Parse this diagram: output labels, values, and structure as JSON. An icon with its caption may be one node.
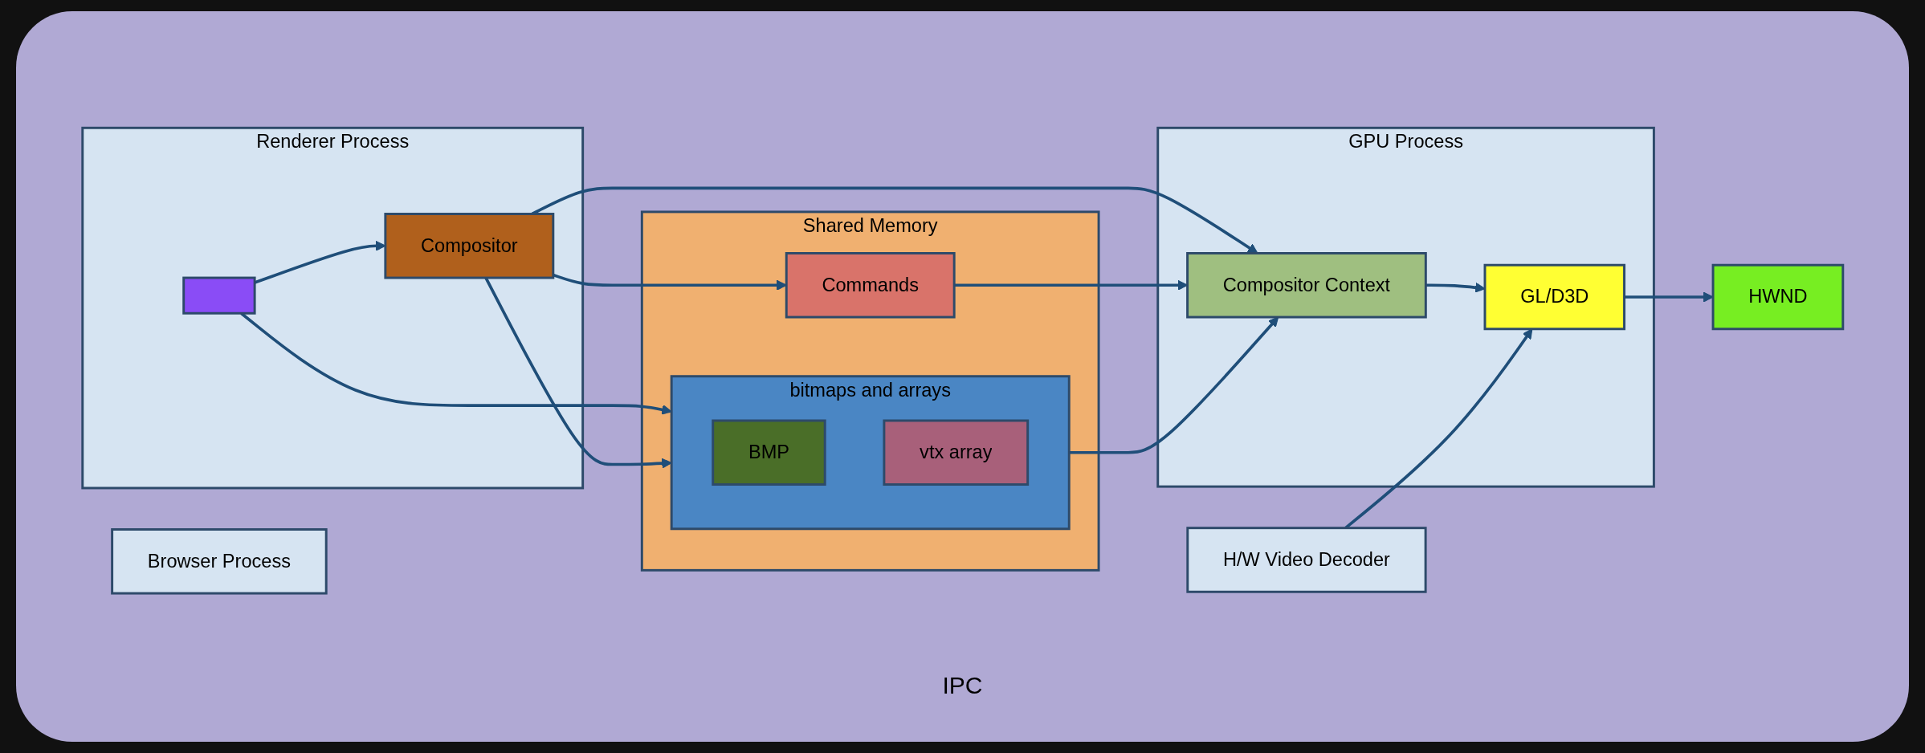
{
  "diagram": {
    "nodes": [
      {
        "text": [
          "Shared Memory"
        ]
      },
      {
        "text": [
          "Commands"
        ],
        "in": 0
      },
      {
        "text": [
          "bitmaps and arrays"
        ],
        "in": 0
      },
      {
        "text": [
          "BMP"
        ],
        "in": 2
      },
      {
        "text": [
          "vtx array"
        ],
        "in": 2
      },
      {
        "text": [
          "Renderer Process"
        ]
      },
      {
        "text": [],
        "shape": "box",
        "in": 5
      },
      {
        "text": [
          "Compositor"
        ],
        "in": 5
      },
      {
        "text": [
          "GPU Process"
        ]
      },
      {
        "text": [
          "Compositor Context"
        ],
        "in": 8
      },
      {
        "text": [
          "GL/D3D"
        ],
        "in": 8
      },
      {
        "text": [
          "Browser Process"
        ]
      },
      {
        "text": [
          "HWND"
        ]
      },
      {
        "text": [
          "H/W Video Decoder"
        ]
      }
    ],
    "edges": [
      {
        "from": 6,
        "to": 2,
        "arrow": "to"
      },
      {
        "from": 6,
        "to": 7,
        "arrow": "to"
      },
      {
        "from": 7,
        "to": 1,
        "arrow": "to"
      },
      {
        "from": 7,
        "to": 2,
        "arrow": "to"
      },
      {
        "from": 7,
        "to": 9,
        "arrow": "to"
      },
      {
        "from": 1,
        "to": 9,
        "arrow": "to"
      },
      {
        "from": 2,
        "to": 9,
        "arrow": "to"
      },
      {
        "from": 9,
        "to": 10,
        "arrow": "to"
      },
      {
        "from": 10,
        "to": 12,
        "arrow": "to"
      },
      {
        "from": 13,
        "to": 10,
        "arrow": "to"
      }
    ],
    "labels": [
      "IPC"
    ]
  }
}
